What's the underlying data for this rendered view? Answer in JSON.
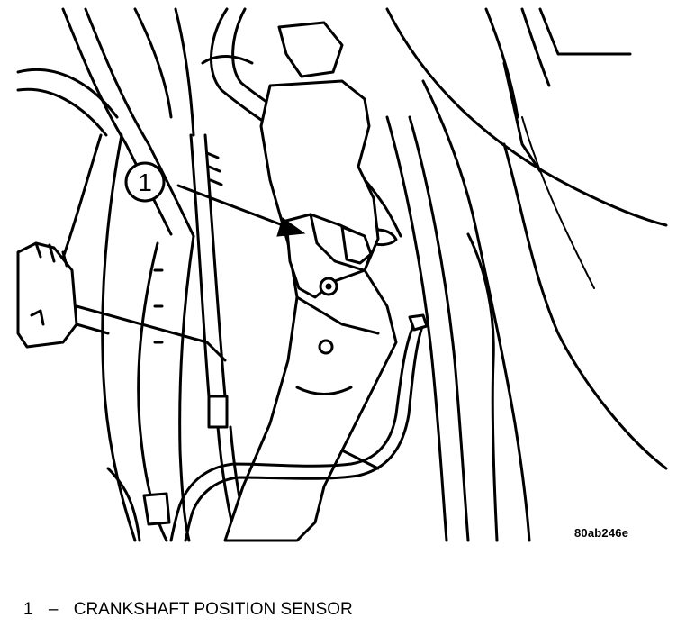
{
  "figure": {
    "subject": "crankshaft position sensor mounting",
    "figure_id": "80ab246e",
    "callouts": [
      {
        "number": "1"
      }
    ]
  },
  "legend": {
    "items": [
      {
        "number": "1",
        "separator": "–",
        "label": "CRANKSHAFT POSITION SENSOR"
      }
    ]
  }
}
